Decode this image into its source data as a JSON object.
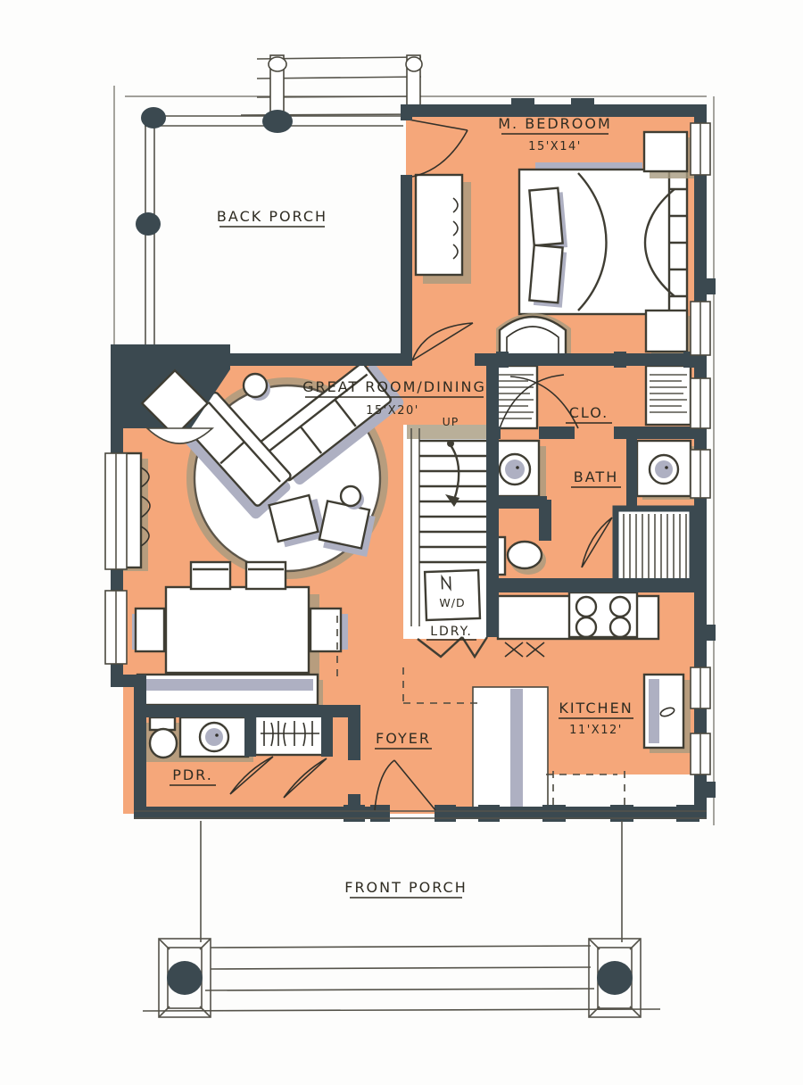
{
  "document": {
    "type": "hand-drawn residential floor plan, first floor"
  },
  "colors": {
    "floor_fill": "#f5a77a",
    "wall": "#3b4950",
    "shadow_tan": "#a89b7f",
    "shadow_gray": "#aeb0c2",
    "paper": "#ffffff",
    "ink": "#33312a"
  },
  "rooms": {
    "back_porch": {
      "label": "BACK PORCH"
    },
    "master_bedroom": {
      "label": "M. BEDROOM",
      "dims": "15'X14'"
    },
    "great_room": {
      "label": "GREAT ROOM/DINING",
      "dims": "15'X20'"
    },
    "stair": {
      "label": "UP"
    },
    "closet": {
      "label": "CLO."
    },
    "bath": {
      "label": "BATH"
    },
    "laundry": {
      "label": "LDRY.",
      "appliance": "W/D"
    },
    "kitchen": {
      "label": "KITCHEN",
      "dims": "11'X12'"
    },
    "foyer": {
      "label": "FOYER"
    },
    "powder_room": {
      "label": "PDR."
    },
    "front_porch": {
      "label": "FRONT PORCH"
    }
  }
}
